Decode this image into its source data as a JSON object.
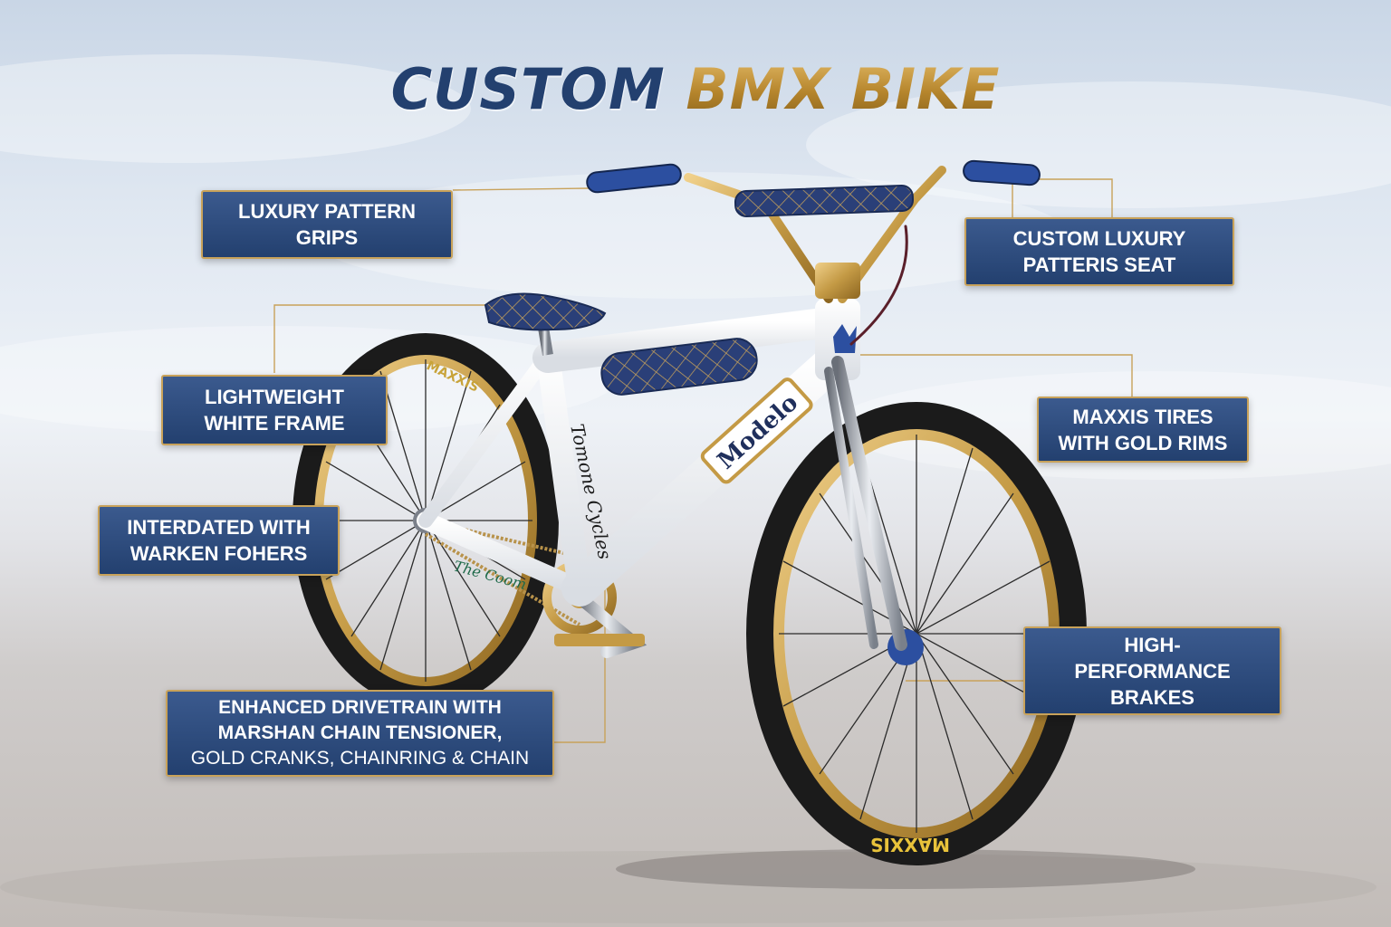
{
  "title": {
    "word1": "CUSTOM",
    "word2": "BMX BIKE"
  },
  "bike_text": {
    "downtube_logo": "Modelo",
    "frame_script": "Tomone Cycles",
    "chainstay_script": "The Coom",
    "tire_brand": "MAXXIS"
  },
  "callouts": [
    {
      "id": "grips",
      "line1": "LUXURY PATTERN",
      "line2": "GRIPS"
    },
    {
      "id": "seat",
      "line1": "CUSTOM LUXURY",
      "line2": "PATTERIS SEAT"
    },
    {
      "id": "frame",
      "line1": "LIGHTWEIGHT",
      "line2": "WHITE FRAME"
    },
    {
      "id": "tires",
      "line1": "MAXXIS TIRES",
      "line2": "WITH GOLD RIMS"
    },
    {
      "id": "forks",
      "line1": "INTERDATED WITH",
      "line2": "WARKEN FOHERS"
    },
    {
      "id": "brakes",
      "line1": "HIGH-",
      "line2": "PERFORMANCE",
      "line3": "BRAKES"
    },
    {
      "id": "drivetrain",
      "line1": "ENHANCED DRIVETRAIN WITH",
      "line2": "MARSHAN CHAIN TENSIONER,",
      "line3": "GOLD CRANKS, CHAINRING & CHAIN"
    }
  ],
  "colors": {
    "navy": "#23406f",
    "gold": "#c8a25a",
    "white_frame": "#f4f5f7",
    "tire": "#1b1b1b"
  }
}
